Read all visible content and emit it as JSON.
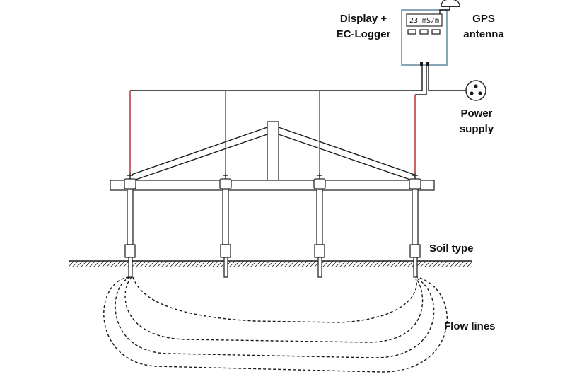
{
  "labels": {
    "display_logger": [
      "Display +",
      "EC-Logger"
    ],
    "gps_antenna": [
      "GPS",
      "antenna"
    ],
    "power_supply": [
      "Power",
      "supply"
    ],
    "soil_type": "Soil type",
    "flow_lines": "Flow lines"
  },
  "display": {
    "reading": "23 mS/m"
  },
  "colors": {
    "outer_electrode_wire": "#b52424",
    "inner_electrode_wire": "#2c5a86",
    "logger_body": "#6a8fa8",
    "outline": "#2b2b2b"
  },
  "icons": {
    "gps_antenna": "gps-antenna-icon",
    "power_socket": "power-socket-icon"
  }
}
